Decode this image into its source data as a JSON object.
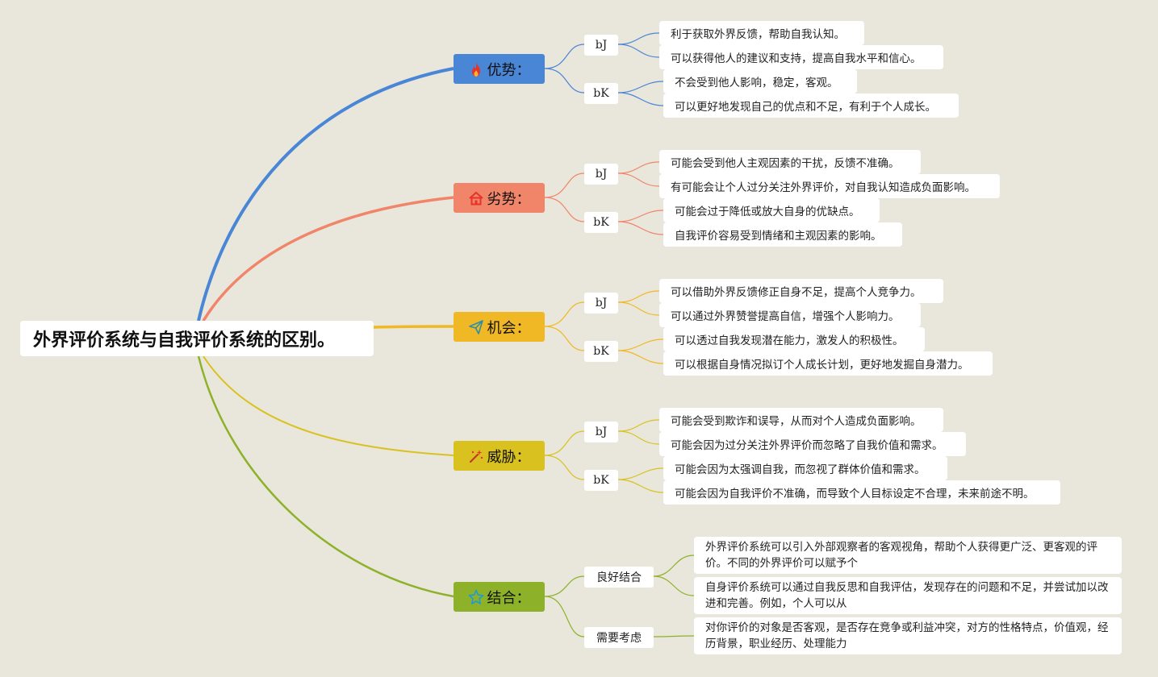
{
  "root": {
    "title": "外界评价系统与自我评价系统的区别。"
  },
  "branches": [
    {
      "key": "advantage",
      "label": "优势：",
      "icon": "fire-icon",
      "color": "#4a86d6",
      "lineColor": "#4a86d6",
      "subs": [
        {
          "label": "bJ",
          "leaves": [
            "利于获取外界反馈，帮助自我认知。",
            "可以获得他人的建议和支持，提高自我水平和信心。"
          ]
        },
        {
          "label": "bK",
          "leaves": [
            "不会受到他人影响，稳定，客观。",
            "可以更好地发现自己的优点和不足，有利于个人成长。"
          ]
        }
      ]
    },
    {
      "key": "disadvantage",
      "label": "劣势：",
      "icon": "house-icon",
      "color": "#f0856a",
      "lineColor": "#f0856a",
      "subs": [
        {
          "label": "bJ",
          "leaves": [
            "可能会受到他人主观因素的干扰，反馈不准确。",
            "有可能会让个人过分关注外界评价，对自我认知造成负面影响。"
          ]
        },
        {
          "label": "bK",
          "leaves": [
            "可能会过于降低或放大自身的优缺点。",
            "自我评价容易受到情绪和主观因素的影响。"
          ]
        }
      ]
    },
    {
      "key": "opportunity",
      "label": "机会：",
      "icon": "paper-plane-icon",
      "color": "#f0b824",
      "lineColor": "#f0b824",
      "subs": [
        {
          "label": "bJ",
          "leaves": [
            "可以借助外界反馈修正自身不足，提高个人竞争力。",
            "可以通过外界赞誉提高自信，增强个人影响力。"
          ]
        },
        {
          "label": "bK",
          "leaves": [
            "可以透过自我发现潜在能力，激发人的积极性。",
            "可以根据自身情况拟订个人成长计划，更好地发掘自身潜力。"
          ]
        }
      ]
    },
    {
      "key": "threat",
      "label": "威胁：",
      "icon": "magic-wand-icon",
      "color": "#d9c21f",
      "lineColor": "#d9c21f",
      "subs": [
        {
          "label": "bJ",
          "leaves": [
            "可能会受到欺诈和误导，从而对个人造成负面影响。",
            "可能会因为过分关注外界评价而忽略了自我价值和需求。"
          ]
        },
        {
          "label": "bK",
          "leaves": [
            "可能会因为太强调自我，而忽视了群体价值和需求。",
            "可能会因为自我评价不准确，而导致个人目标设定不合理，未来前途不明。"
          ]
        }
      ]
    },
    {
      "key": "combine",
      "label": "结合：",
      "icon": "star-icon",
      "color": "#8db22a",
      "lineColor": "#8db22a",
      "subs": [
        {
          "label": "良好结合",
          "leaves": [
            "外界评价系统可以引入外部观察者的客观视角，帮助个人获得更广泛、更客观的评价。不同的外界评价可以赋予个",
            "自身评价系统可以通过自我反思和自我评估，发现存在的问题和不足，并尝试加以改进和完善。例如，个人可以从"
          ]
        },
        {
          "label": "需要考虑",
          "leaves": [
            "对你评价的对象是否客观，是否存在竞争或利益冲突，对方的性格特点，价值观，经历背景，职业经历、处理能力"
          ]
        }
      ]
    }
  ]
}
